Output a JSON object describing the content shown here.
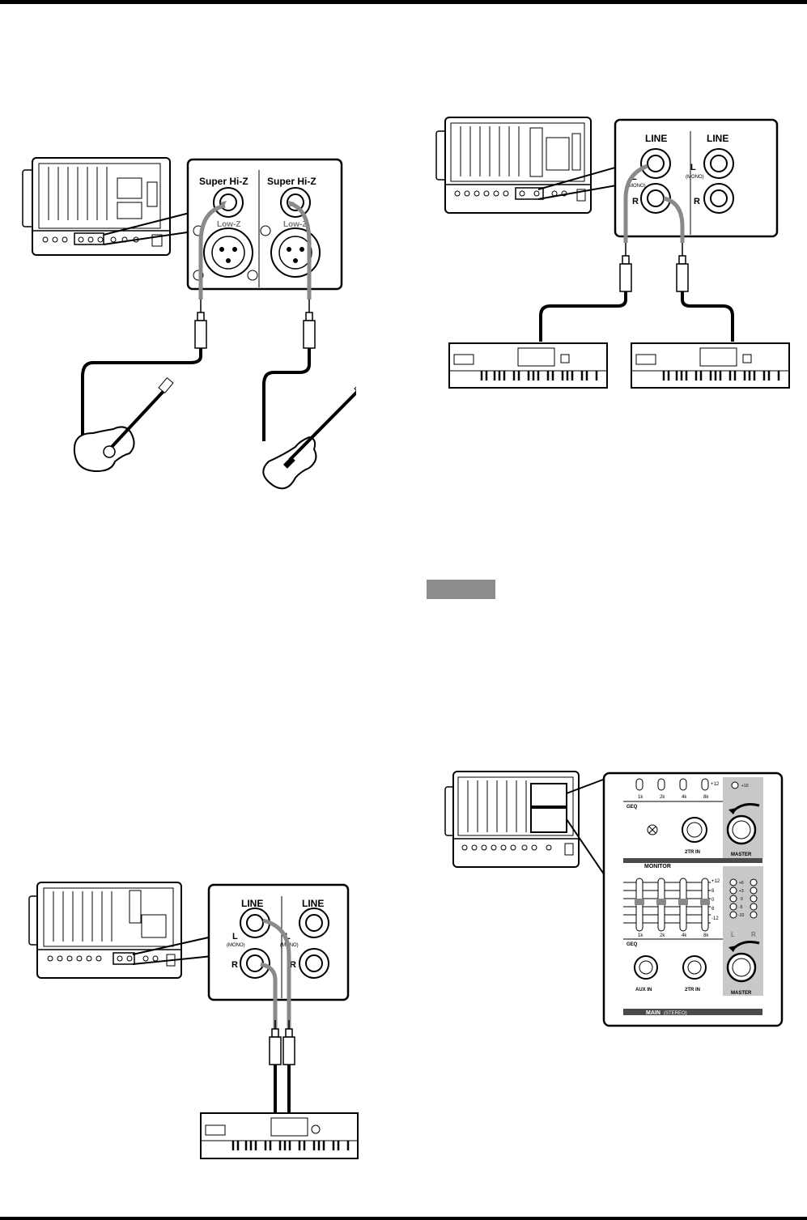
{
  "figure_guitars": {
    "left_label": "Super Hi-Z",
    "right_label": "Super Hi-Z",
    "xlr_label_left": "Low-Z",
    "xlr_label_right": "Low-Z"
  },
  "figure_two_keyboards": {
    "left_header": "LINE",
    "right_header": "LINE",
    "left_l": "L",
    "right_l": "L",
    "mono_left": "(MONO)",
    "mono_right": "(MONO)",
    "left_r": "R",
    "right_r": "R"
  },
  "figure_one_keyboard": {
    "left_header": "LINE",
    "right_header": "LINE",
    "left_l": "L",
    "right_l": "L",
    "mono_left": "(MONO)",
    "mono_right": "(MONO)",
    "left_r": "R",
    "right_r": "R"
  },
  "figure_master": {
    "top_geq_scale": "+12",
    "top_geq_bands": [
      "1k",
      "2k",
      "4k",
      "8k"
    ],
    "top_geq_label": "GEQ",
    "peak_label": "+10",
    "twotr_in_label": "2TR IN",
    "master_label": "MASTER",
    "monitor_label": "MONITOR",
    "scale_marks": [
      "+12",
      "6",
      "0",
      "6",
      "-12"
    ],
    "meter_marks": [
      "+6",
      "+3",
      "0",
      "-5",
      "-10"
    ],
    "bottom_geq_bands": [
      "1k",
      "2k",
      "4k",
      "8k"
    ],
    "bottom_geq_label": "GEQ",
    "meter_l": "L",
    "meter_r": "R",
    "aux_in_label": "AUX IN",
    "twotr_in_label_2": "2TR IN",
    "master_label_2": "MASTER",
    "main_label": "MAIN",
    "main_sub": "(STEREO)"
  }
}
